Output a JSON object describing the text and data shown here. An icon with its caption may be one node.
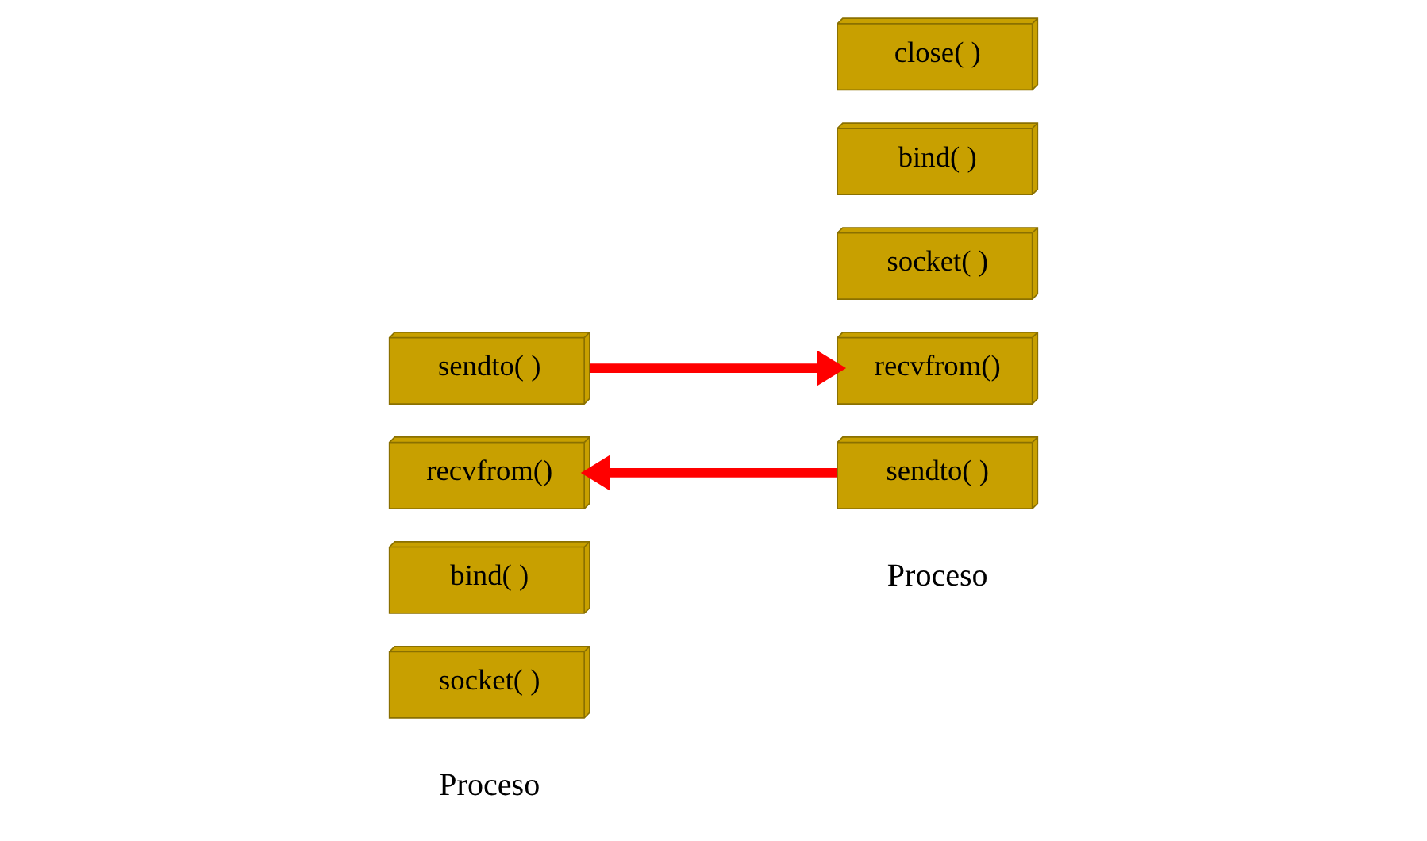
{
  "diagram": {
    "nodes": [
      {
        "text": [
          "socket( )"
        ]
      },
      {
        "text": [
          "bind( )"
        ]
      },
      {
        "text": [
          "recvfrom()"
        ]
      },
      {
        "text": [
          "sendto( )"
        ]
      },
      {
        "text": [
          "socket( )"
        ]
      },
      {
        "text": [
          "bind( )"
        ]
      },
      {
        "text": [
          "sendto( )"
        ]
      },
      {
        "text": [
          "recvfrom()"
        ]
      },
      {
        "text": [
          "close( )"
        ]
      }
    ],
    "edges": [
      {
        "from": 6,
        "to": 2,
        "arrow": "to"
      },
      {
        "from": 3,
        "to": 7,
        "arrow": "to"
      }
    ],
    "labels": [
      "Proceso",
      "Proceso"
    ]
  }
}
